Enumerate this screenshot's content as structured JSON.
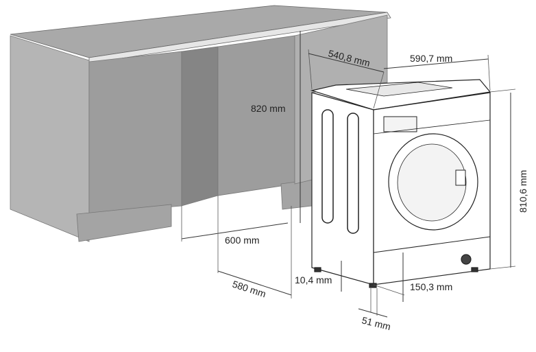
{
  "title": "Built-in washing machine installation dimensions",
  "colors": {
    "cabinet_front": "#9c9c9c",
    "cabinet_side": "#b3b3b3",
    "countertop": "#a8a8a8",
    "recess": "#8a8a8a",
    "appliance": "#ffffff",
    "line": "#333333"
  },
  "dimensions": {
    "depth_top": "540,8 mm",
    "width_top": "590,7 mm",
    "niche_height": "820 mm",
    "appliance_height": "810,6 mm",
    "niche_width": "600 mm",
    "niche_depth": "580 mm",
    "foot_height": "10,4 mm",
    "plinth_height": "150,3 mm",
    "foot_offset": "51 mm"
  }
}
